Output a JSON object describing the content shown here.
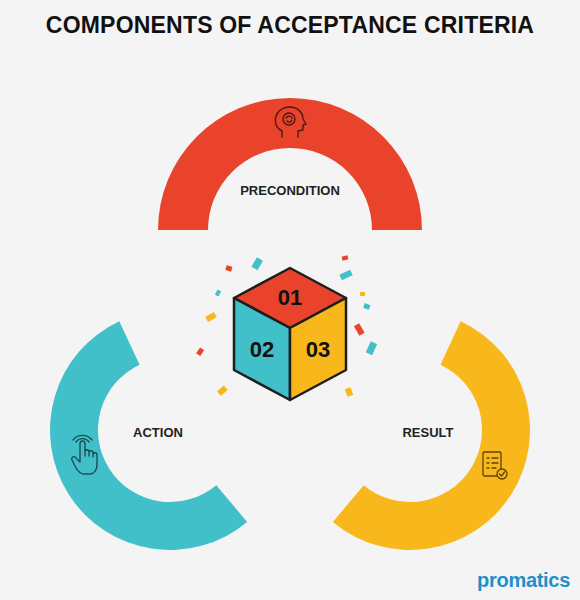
{
  "diagram": {
    "title": "COMPONENTS OF ACCEPTANCE CRITERIA",
    "nodes": [
      {
        "text": [
          "PRECONDITION"
        ]
      },
      {
        "text": [
          "ACTION"
        ]
      },
      {
        "text": [
          "RESULT"
        ]
      },
      {
        "text": [
          "01"
        ]
      },
      {
        "text": [
          "02"
        ]
      },
      {
        "text": [
          "03"
        ]
      }
    ],
    "labels": [
      "promatics"
    ]
  }
}
